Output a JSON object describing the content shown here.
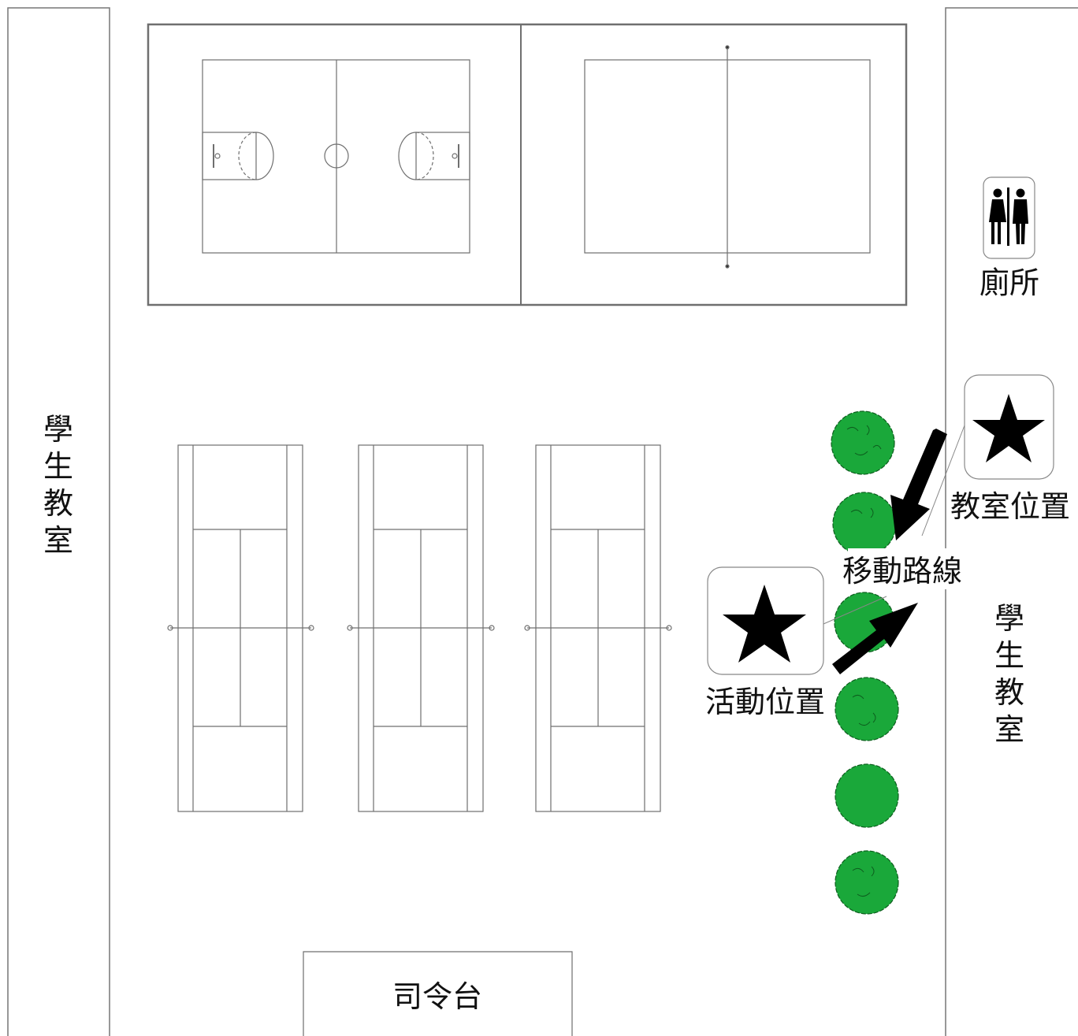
{
  "labels": {
    "left_building": "學生教室",
    "right_building": "學生教室",
    "restroom": "廁所",
    "classroom_location": "教室位置",
    "activity_location": "活動位置",
    "movement_route": "移動路線",
    "stage": "司令台"
  },
  "icons": {
    "restroom_icon": "restroom-icon",
    "classroom_marker": "star-icon",
    "activity_marker": "star-icon",
    "route_arrows": "arrow-icon",
    "trees": "tree-icon"
  },
  "colors": {
    "tree_fill": "#1aa83a",
    "tree_outline": "#0d5e1e",
    "line": "#6f6f6f",
    "marker": "#000000"
  }
}
